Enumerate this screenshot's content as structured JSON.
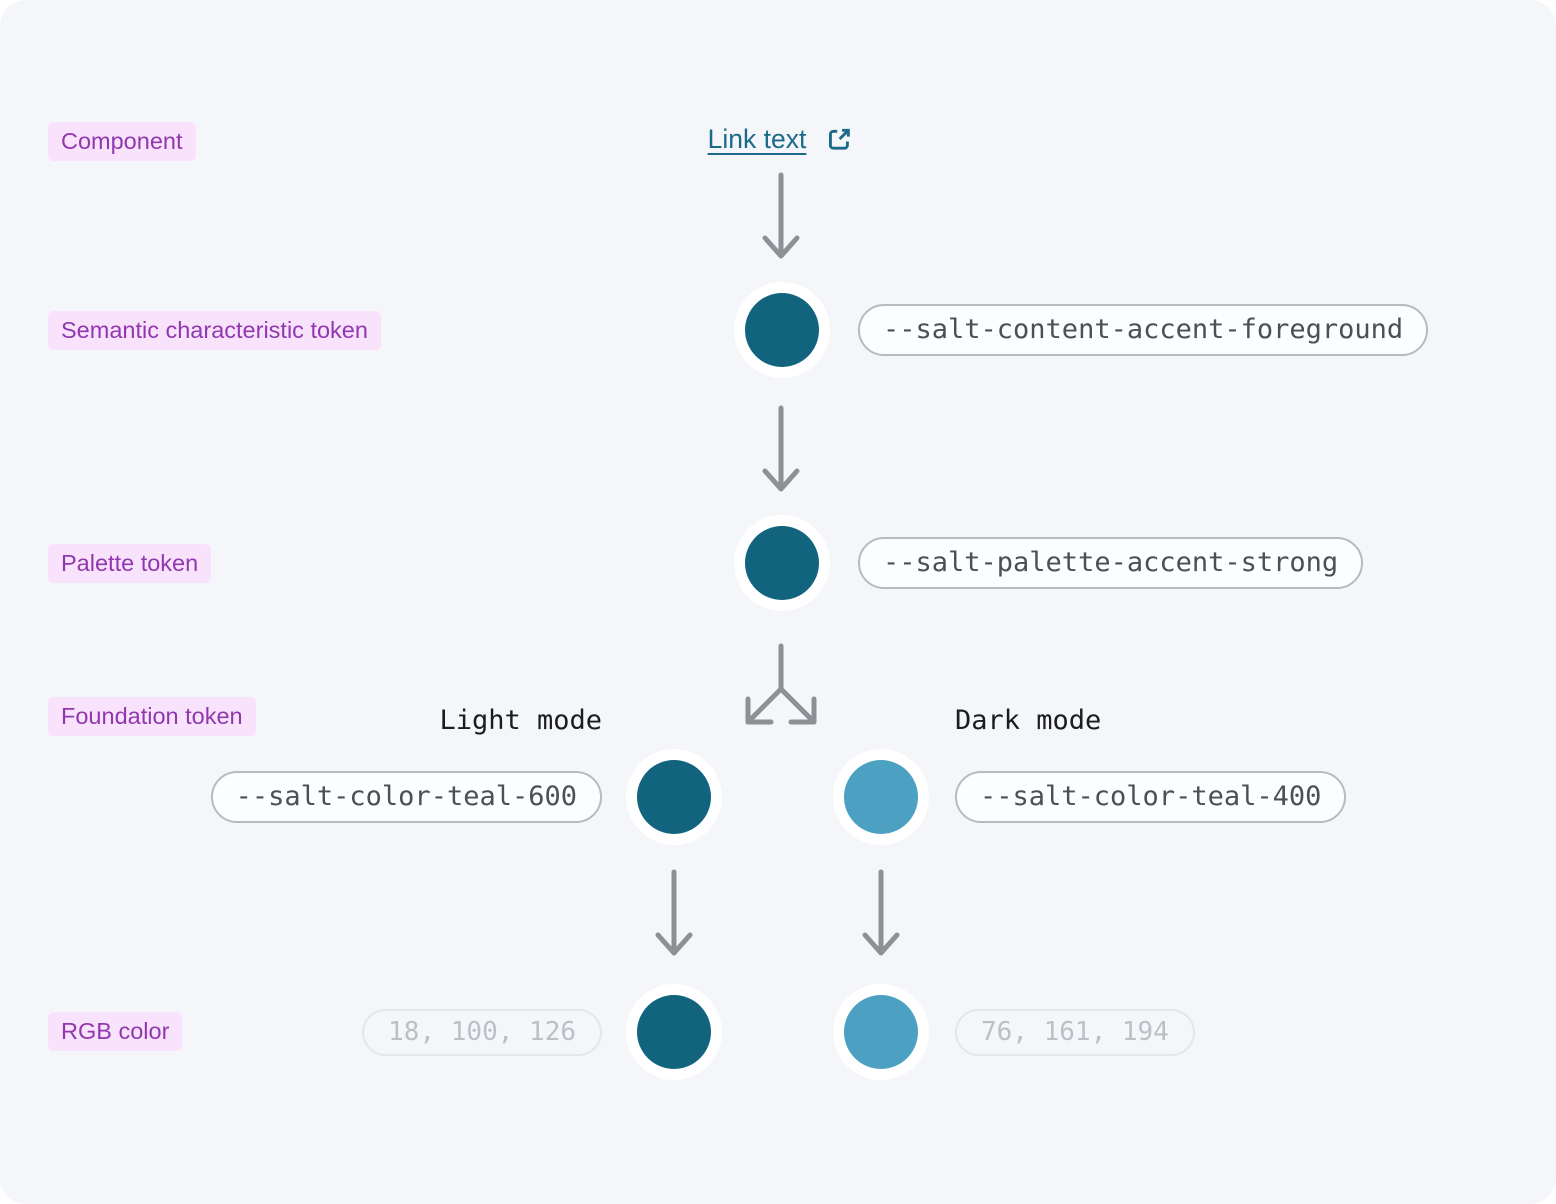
{
  "colors": {
    "canvas_bg": "#f5f6f9",
    "chip_bg": "#f8e2fc",
    "chip_text": "#9138ae",
    "link": "#1c6a8a",
    "arrow": "#8d9094",
    "pill_border": "#b7babf",
    "pill_text": "#4a5056",
    "muted_pill_border": "#e4e6ea",
    "muted_pill_text": "#bcc0c6",
    "accent_dark": "#12647e",
    "accent_light": "#4ca1c2",
    "node_ring": "#ffffff",
    "mode_text": "#1b1c20"
  },
  "diagram": {
    "component": {
      "label": "Component",
      "link_text": "Link text",
      "link_icon": "external-link-icon"
    },
    "semantic": {
      "label": "Semantic characteristic token",
      "token": "--salt-content-accent-foreground",
      "swatch": "#12647e"
    },
    "palette": {
      "label": "Palette token",
      "token": "--salt-palette-accent-strong",
      "swatch": "#12647e"
    },
    "foundation": {
      "label": "Foundation token",
      "light_mode_label": "Light mode",
      "dark_mode_label": "Dark mode",
      "light_token": "--salt-color-teal-600",
      "light_swatch": "#12647e",
      "dark_token": "--salt-color-teal-400",
      "dark_swatch": "#4ca1c2"
    },
    "rgb": {
      "label": "RGB color",
      "light_value": "18, 100, 126",
      "light_swatch": "#12647e",
      "dark_value": "76, 161, 194",
      "dark_swatch": "#4ca1c2"
    }
  }
}
